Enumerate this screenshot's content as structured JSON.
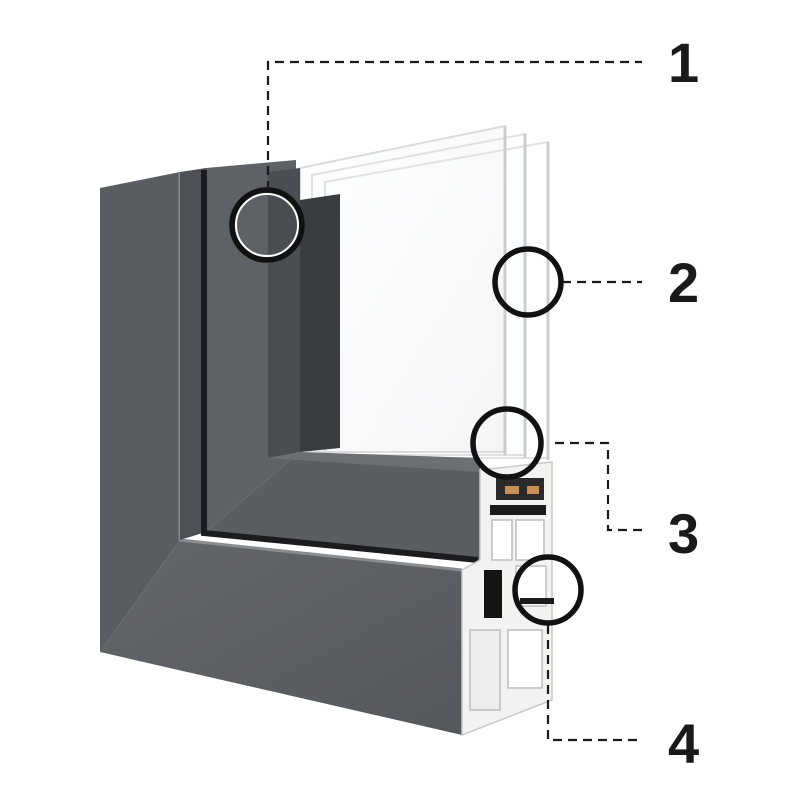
{
  "callouts": [
    {
      "id": 1,
      "label": "1"
    },
    {
      "id": 2,
      "label": "2"
    },
    {
      "id": 3,
      "label": "3"
    },
    {
      "id": 4,
      "label": "4"
    }
  ],
  "colors": {
    "frame_face": "#5b5e62",
    "frame_top": "#6a6d71",
    "frame_shadow": "#3d4043",
    "frame_light_edge": "#8a8d90",
    "pvc_white": "#f2f2f0",
    "pvc_shadow": "#cfd0cf",
    "seal_black": "#151515",
    "glass_edge": "#e3e6e8",
    "leader": "#1a1a1a"
  }
}
